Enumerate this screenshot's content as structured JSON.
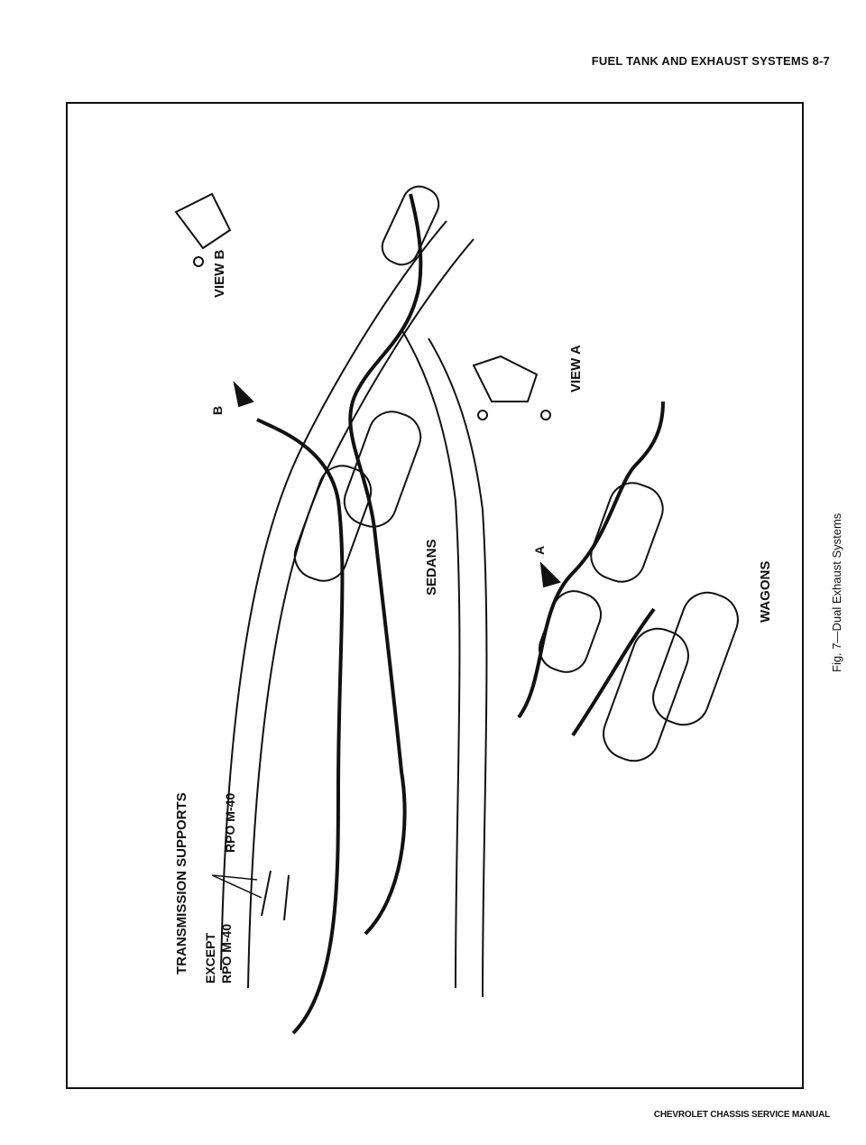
{
  "header": {
    "title": "FUEL TANK AND EXHAUST SYSTEMS 8-7"
  },
  "labels": {
    "view_b": "VIEW B",
    "view_a": "VIEW A",
    "b": "B",
    "a": "A",
    "sedans": "SEDANS",
    "wagons": "WAGONS",
    "transmission_supports": "TRANSMISSION SUPPORTS",
    "except": "EXCEPT",
    "rpo_m40_a": "RPO M-40",
    "rpo_m40_b": "RPO M-40"
  },
  "caption": "Fig. 7—Dual Exhaust Systems",
  "footer": "CHEVROLET CHASSIS SERVICE MANUAL"
}
